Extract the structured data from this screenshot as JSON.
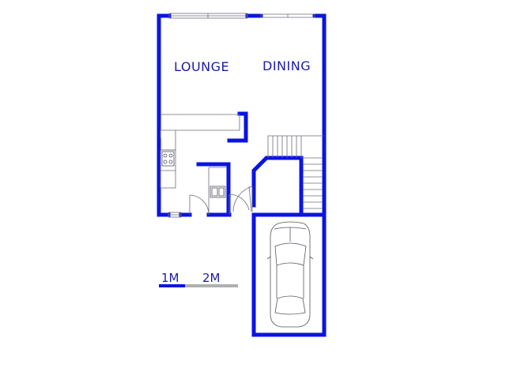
{
  "rooms": {
    "lounge": "LOUNGE",
    "dining": "DINING"
  },
  "scale_bar": {
    "label_1": "1M",
    "label_2": "2M"
  },
  "colors": {
    "wall": "#0a14e0",
    "text": "#1c1ca8",
    "fixture": "#555560",
    "scale_grey": "#b0b0b0"
  }
}
